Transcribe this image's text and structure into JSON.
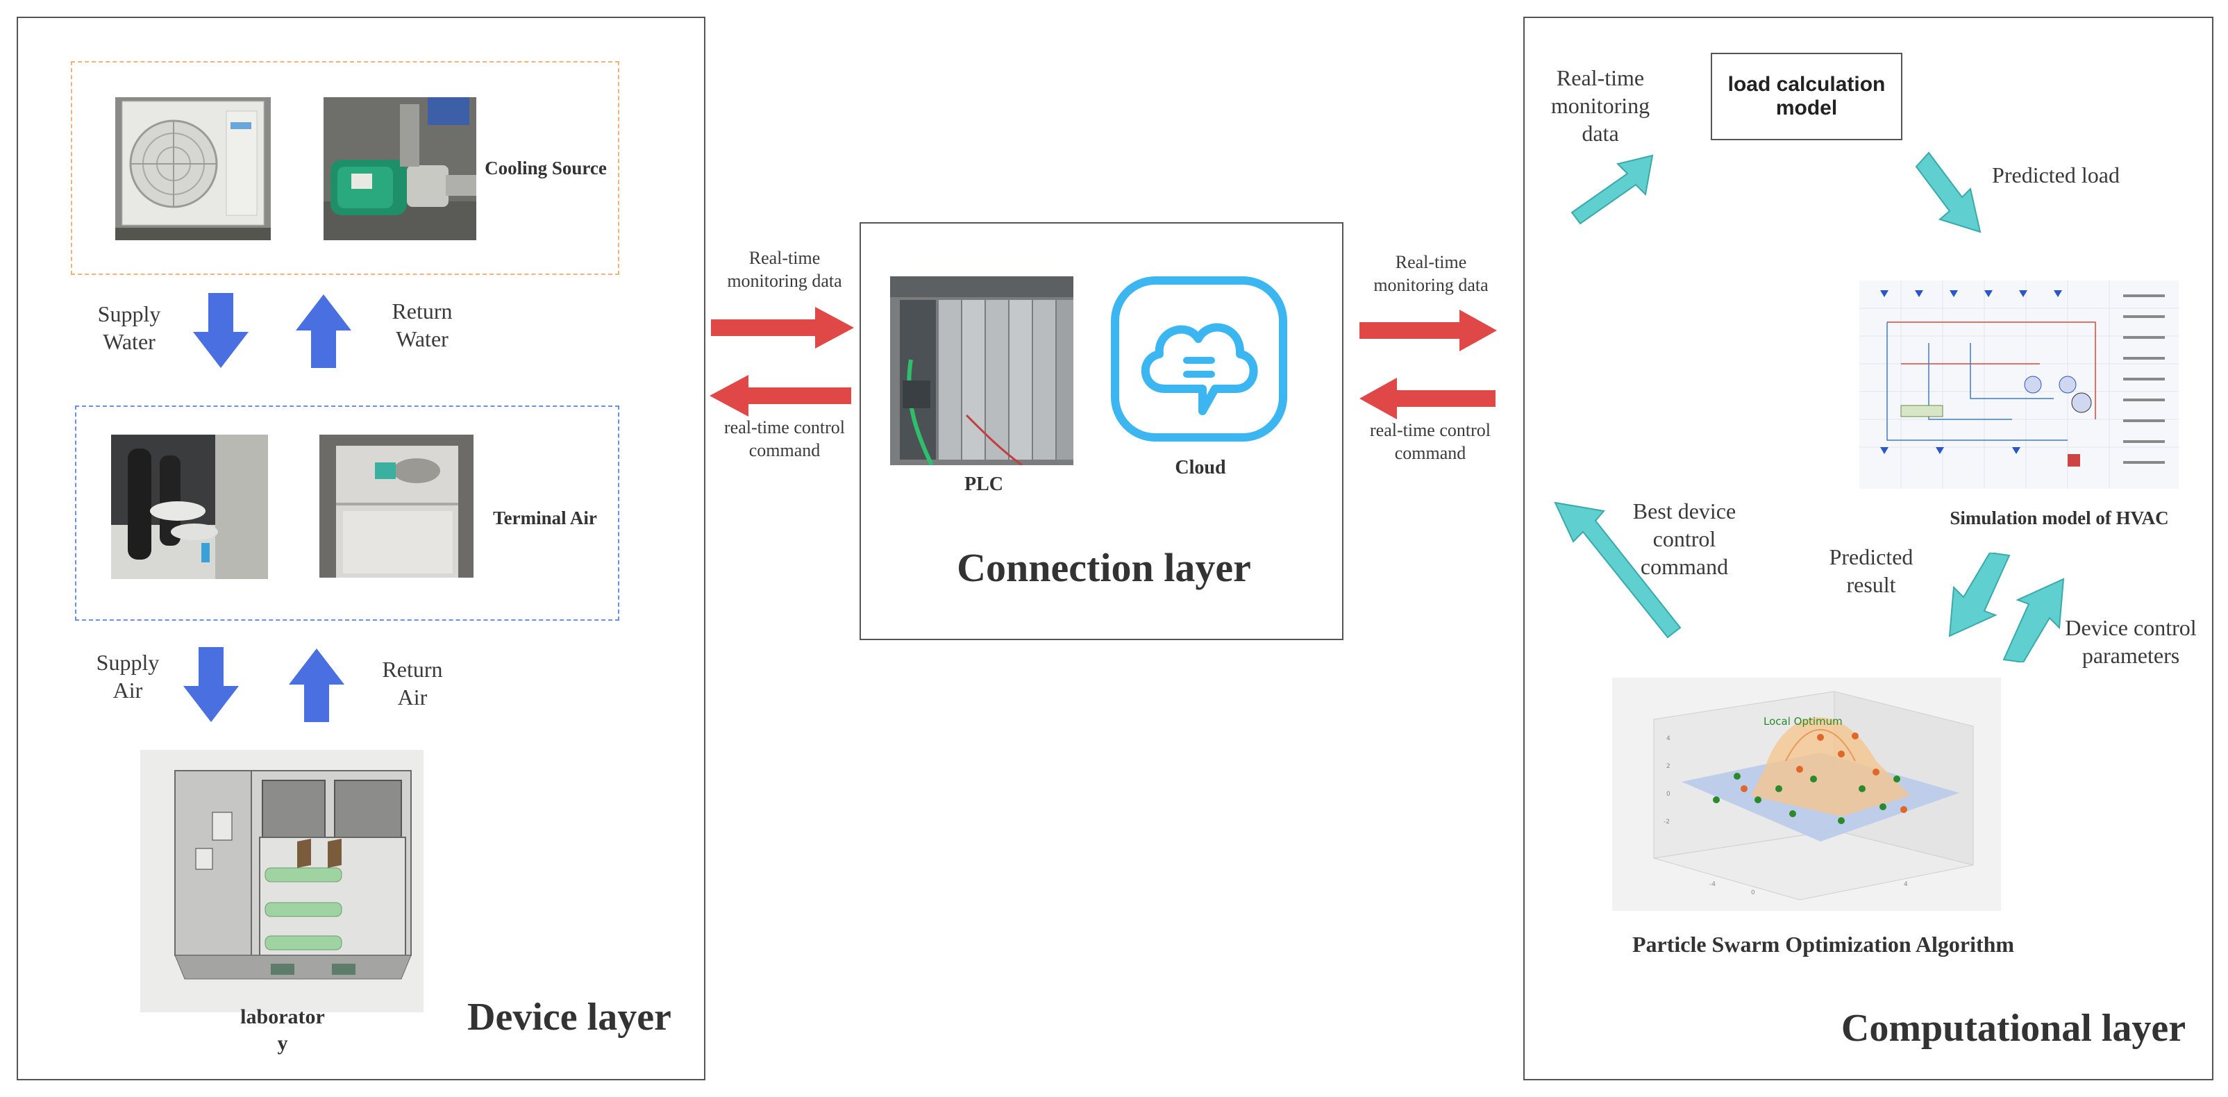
{
  "device_layer": {
    "title": "Device layer",
    "cooling_source_label": "Cooling Source",
    "terminal_air_label": "Terminal Air",
    "supply_water": "Supply\nWater",
    "return_water": "Return\nWater",
    "supply_air": "Supply\nAir",
    "return_air": "Return\nAir",
    "laboratory_label": "laborator\ny"
  },
  "connection_layer": {
    "title": "Connection layer",
    "plc_label": "PLC",
    "cloud_label": "Cloud",
    "left_upper_arrow_label": "Real-time\nmonitoring data",
    "left_lower_arrow_label": "real-time control\ncommand",
    "right_upper_arrow_label": "Real-time\nmonitoring data",
    "right_lower_arrow_label": "real-time control\ncommand"
  },
  "computational_layer": {
    "title": "Computational layer",
    "monitoring_data_label": "Real-time\nmonitoring\ndata",
    "load_model_label": "load calculation\nmodel",
    "predicted_load_label": "Predicted load",
    "hvac_model_label": "Simulation model of HVAC",
    "predicted_result_label": "Predicted\nresult",
    "device_control_params_label": "Device control\nparameters",
    "best_command_label": "Best device\ncontrol\ncommand",
    "pso_label": "Particle Swarm Optimization Algorithm",
    "local_optimum_label": "Local Optimum"
  },
  "colors": {
    "blue_arrow": "#4a6fe0",
    "red_arrow": "#e04848",
    "teal_arrow": "#5fcfcf",
    "cloud_blue": "#3bb6f0",
    "orange_dash": "#f2b27a",
    "blue_dash": "#6b8fe6"
  }
}
